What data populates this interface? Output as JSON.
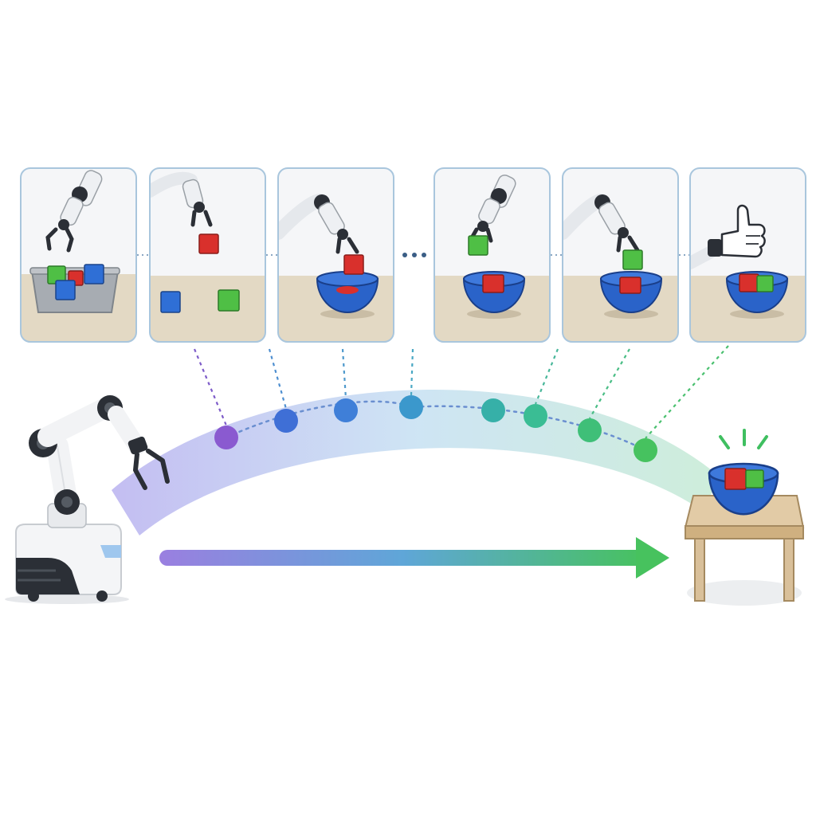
{
  "colors": {
    "panel_border": "#a9c6dd",
    "table_surface": "#e3d9c4",
    "panel_bg": "#f5f6f8",
    "cube_red": "#d9302c",
    "cube_green": "#4fbf45",
    "cube_blue": "#2f6fd6",
    "bowl_blue": "#2a63c9",
    "robot_white": "#f1f2f4",
    "robot_dark": "#2b2f36",
    "tray_gray": "#9aa0a6",
    "arrow_start": "#9a7fe0",
    "arrow_mid": "#5fa6d8",
    "arrow_end": "#47c25e",
    "waypoint_colors": [
      "#8a5ad0",
      "#3f6fd6",
      "#3f7fd8",
      "#3b98cc",
      "#36b0a8",
      "#3abd94",
      "#3fbf78",
      "#46c25f"
    ],
    "connector_colors": [
      "#7e5cc9",
      "#4f8fd0",
      "#4f99cc",
      "#4aa8c4",
      "#48b79a",
      "#49bd85",
      "#4ac06f"
    ],
    "table_wood": "#d9c09a"
  },
  "icons": {
    "robot": "mobile-manipulator-robot-icon",
    "goal_table": "table-icon",
    "thumbs_up": "thumbs-up-icon",
    "progress_arrow": "arrow-right-icon",
    "ellipsis": "ellipsis-icon",
    "success": "sparkle-icon"
  },
  "steps": [
    {
      "id": "reach-into-tray",
      "icon": "robot-gripper-over-bin-icon"
    },
    {
      "id": "lift-red-cube",
      "icon": "robot-gripper-holding-red-cube-icon"
    },
    {
      "id": "place-red-cube-in-bowl",
      "icon": "robot-placing-red-cube-icon"
    },
    {
      "id": "pick-green-cube",
      "icon": "robot-gripper-holding-green-cube-icon"
    },
    {
      "id": "place-green-cube-in-bowl",
      "icon": "robot-placing-green-cube-icon"
    },
    {
      "id": "task-complete",
      "icon": "thumbs-up-bowl-icon"
    }
  ],
  "waypoint_count": 8
}
